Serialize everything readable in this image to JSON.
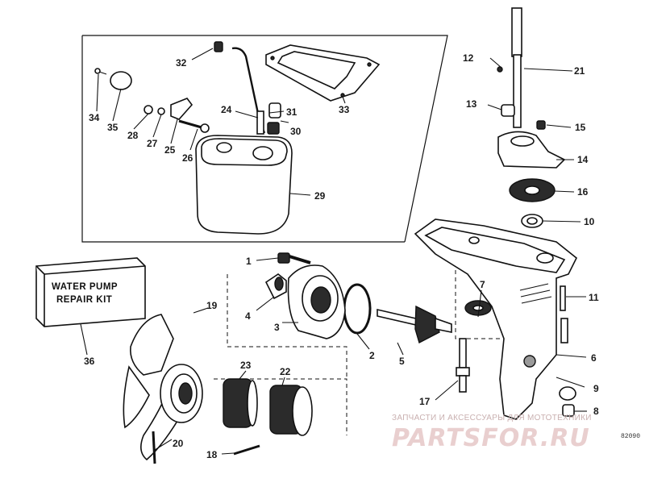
{
  "callouts": [
    "1",
    "2",
    "3",
    "4",
    "5",
    "6",
    "7",
    "8",
    "9",
    "10",
    "11",
    "12",
    "13",
    "14",
    "15",
    "16",
    "17",
    "18",
    "19",
    "20",
    "21",
    "22",
    "23",
    "24",
    "25",
    "26",
    "27",
    "28",
    "29",
    "30",
    "31",
    "32",
    "33",
    "34",
    "35",
    "36"
  ],
  "kit_box": {
    "line1": "WATER PUMP",
    "line2": "REPAIR KIT"
  },
  "watermark": {
    "small": "ЗАПЧАСТИ И АКСЕССУАРЫ ДЛЯ МОТОТЕХНИКИ",
    "big": "PARTSFOR.RU",
    "code": "82090"
  }
}
